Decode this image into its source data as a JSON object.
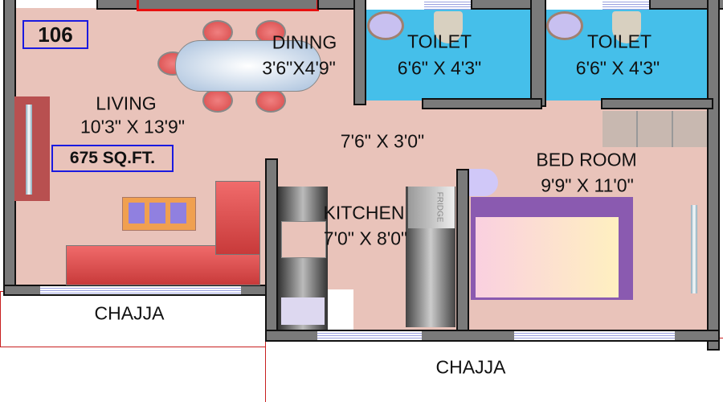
{
  "unit_number": "106",
  "area": "675 SQ.FT.",
  "rooms": {
    "living": {
      "name": "LIVING",
      "size": "10'3\" X 13'9\""
    },
    "dining": {
      "name": "DINING",
      "size": "3'6\"X4'9\""
    },
    "toilet1": {
      "name": "TOILET",
      "size": "6'6\" X 4'3\""
    },
    "toilet2": {
      "name": "TOILET",
      "size": "6'6\" X 4'3\""
    },
    "passage": {
      "size": "7'6\" X 3'0\""
    },
    "bedroom": {
      "name": "BED ROOM",
      "size": "9'9\" X 11'0\""
    },
    "kitchen": {
      "name": "KITCHEN",
      "size": "7'0\" X 8'0\""
    },
    "chajja_left": {
      "name": "CHAJJA"
    },
    "chajja_bottom": {
      "name": "CHAJJA"
    }
  },
  "appliance": {
    "fridge": "FRIDGE"
  },
  "colors": {
    "floor": "#e9c3ba",
    "toilet": "#45bfea",
    "wall": "#7a7a7a",
    "chajja_border": "#c82020",
    "label_box": "#1a1ae0"
  }
}
